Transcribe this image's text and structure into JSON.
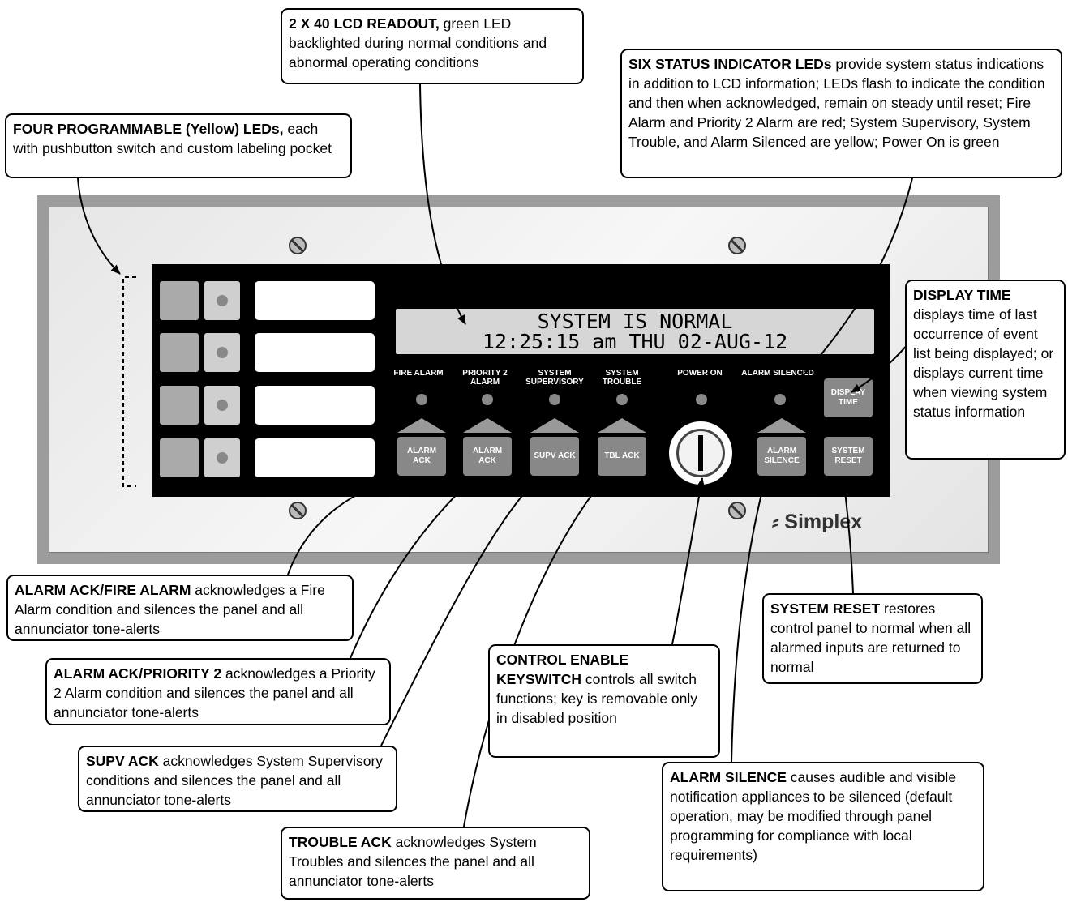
{
  "callouts": {
    "lcd_readout": {
      "bold": "2 X 40 LCD READOUT,",
      "text": " green LED backlighted during normal conditions and abnormal operating conditions"
    },
    "status_leds": {
      "bold": "SIX STATUS INDICATOR LEDs",
      "text": " provide system status indications in addition to LCD information; LEDs flash to indicate the condition and then when acknowledged, remain on steady until reset; Fire Alarm and Priority 2 Alarm are red; System Supervisory, System Trouble, and Alarm Silenced are yellow; Power On is green"
    },
    "programmable_leds": {
      "bold": "FOUR PROGRAMMABLE (Yellow) LEDs,",
      "text": " each with pushbutton switch and custom labeling pocket"
    },
    "display_time": {
      "bold": "DISPLAY TIME",
      "text": " displays time of last occurrence of event list being displayed; or displays current time when viewing system status information"
    },
    "alarm_ack_fire": {
      "bold": "ALARM ACK/FIRE ALARM",
      "text": " acknowledges a Fire Alarm condition and silences the panel and all annunciator tone-alerts"
    },
    "alarm_ack_priority": {
      "bold": "ALARM ACK/PRIORITY 2",
      "text": " acknowledges a Priority 2 Alarm condition and silences the panel and all annunciator tone-alerts"
    },
    "supv_ack": {
      "bold": "SUPV ACK",
      "text": " acknowledges System Supervisory conditions and silences the panel and all annunciator tone-alerts"
    },
    "trouble_ack": {
      "bold": "TROUBLE ACK",
      "text": " acknowledges System Troubles and silences the panel and all annunciator tone-alerts"
    },
    "keyswitch": {
      "bold": "CONTROL ENABLE KEYSWITCH",
      "text": " controls all switch functions; key is removable only in disabled position"
    },
    "system_reset": {
      "bold": "SYSTEM RESET",
      "text": " restores control panel to normal when all alarmed inputs are returned to normal"
    },
    "alarm_silence": {
      "bold": "ALARM SILENCE",
      "text": " causes audible and visible notification appliances to be silenced (default operation, may be modified through panel programming for compliance with local requirements)"
    }
  },
  "lcd": {
    "line1": "SYSTEM IS NORMAL",
    "line2": "12:25:15 am THU 02-AUG-12"
  },
  "indicators": {
    "fire_alarm": "FIRE ALARM",
    "priority2": "PRIORITY 2 ALARM",
    "supervisory": "SYSTEM SUPERVISORY",
    "trouble": "SYSTEM TROUBLE",
    "power_on": "POWER ON",
    "alarm_silenced": "ALARM SILENCED"
  },
  "buttons": {
    "alarm_ack_1": "ALARM ACK",
    "alarm_ack_2": "ALARM ACK",
    "supv_ack": "SUPV ACK",
    "tbl_ack": "TBL ACK",
    "alarm_silence": "ALARM SILENCE",
    "system_reset": "SYSTEM RESET",
    "display_time": "DISPLAY TIME"
  },
  "brand": "Simplex"
}
